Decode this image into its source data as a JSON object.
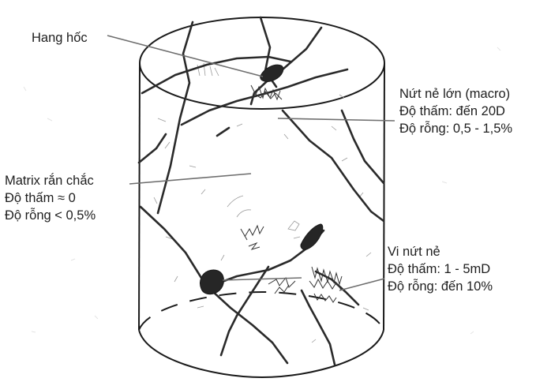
{
  "labels": {
    "vug": {
      "title": "Hang hốc"
    },
    "macro_fracture": {
      "title": "Nứt nẻ lớn (macro)",
      "permeability": "Độ thấm: đến 20D",
      "porosity": "Độ rỗng: 0,5 - 1,5%"
    },
    "matrix": {
      "title": "Matrix rắn chắc",
      "permeability": "Độ thấm ≈ 0",
      "porosity": "Độ rỗng < 0,5%"
    },
    "micro_fracture": {
      "title": "Vi nứt nẻ",
      "permeability": "Độ thấm: 1 - 5mD",
      "porosity": "Độ rỗng: đến 10%"
    }
  },
  "colors": {
    "outline": "#1a1a1a",
    "fracture": "#2a2a2a",
    "leader": "#6e6e6e",
    "texture": "#9a9a9a",
    "text": "#1e1e1e"
  }
}
